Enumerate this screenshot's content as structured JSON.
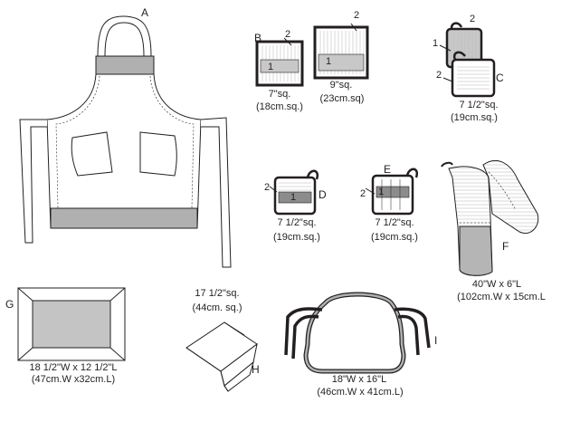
{
  "colors": {
    "ink": "#231f20",
    "band": "#b0b0b0",
    "fabric": "#ffffff",
    "pattern": "#b5b5b5"
  },
  "labels": {
    "A": "A",
    "B": "B",
    "C": "C",
    "D": "D",
    "E": "E",
    "F": "F",
    "G": "G",
    "H": "H",
    "I": "I"
  },
  "numbers": {
    "one": "1",
    "two": "2"
  },
  "sizes": {
    "b_line1": "7\"sq.",
    "b_line2": "(18cm.sq.)",
    "b2_line1": "9\"sq.",
    "b2_line2": "(23cm.sq)",
    "c_line1": "7  1/2\"sq.",
    "c_line2": "(19cm.sq.)",
    "d_line1": "7  1/2\"sq.",
    "d_line2": "(19cm.sq.)",
    "e_line1": "7  1/2\"sq.",
    "e_line2": "(19cm.sq.)",
    "f_line1": "40\"W x 6\"L",
    "f_line2": "(102cm.W x 15cm.L",
    "g_line1": "18 1/2\"W x 12 1/2\"L",
    "g_line2": "(47cm.W x32cm.L)",
    "h_line1": "17 1/2\"sq.",
    "h_line2": "(44cm. sq.)",
    "i_line1": "18\"W x 16\"L",
    "i_line2": "(46cm.W x 41cm.L)"
  }
}
